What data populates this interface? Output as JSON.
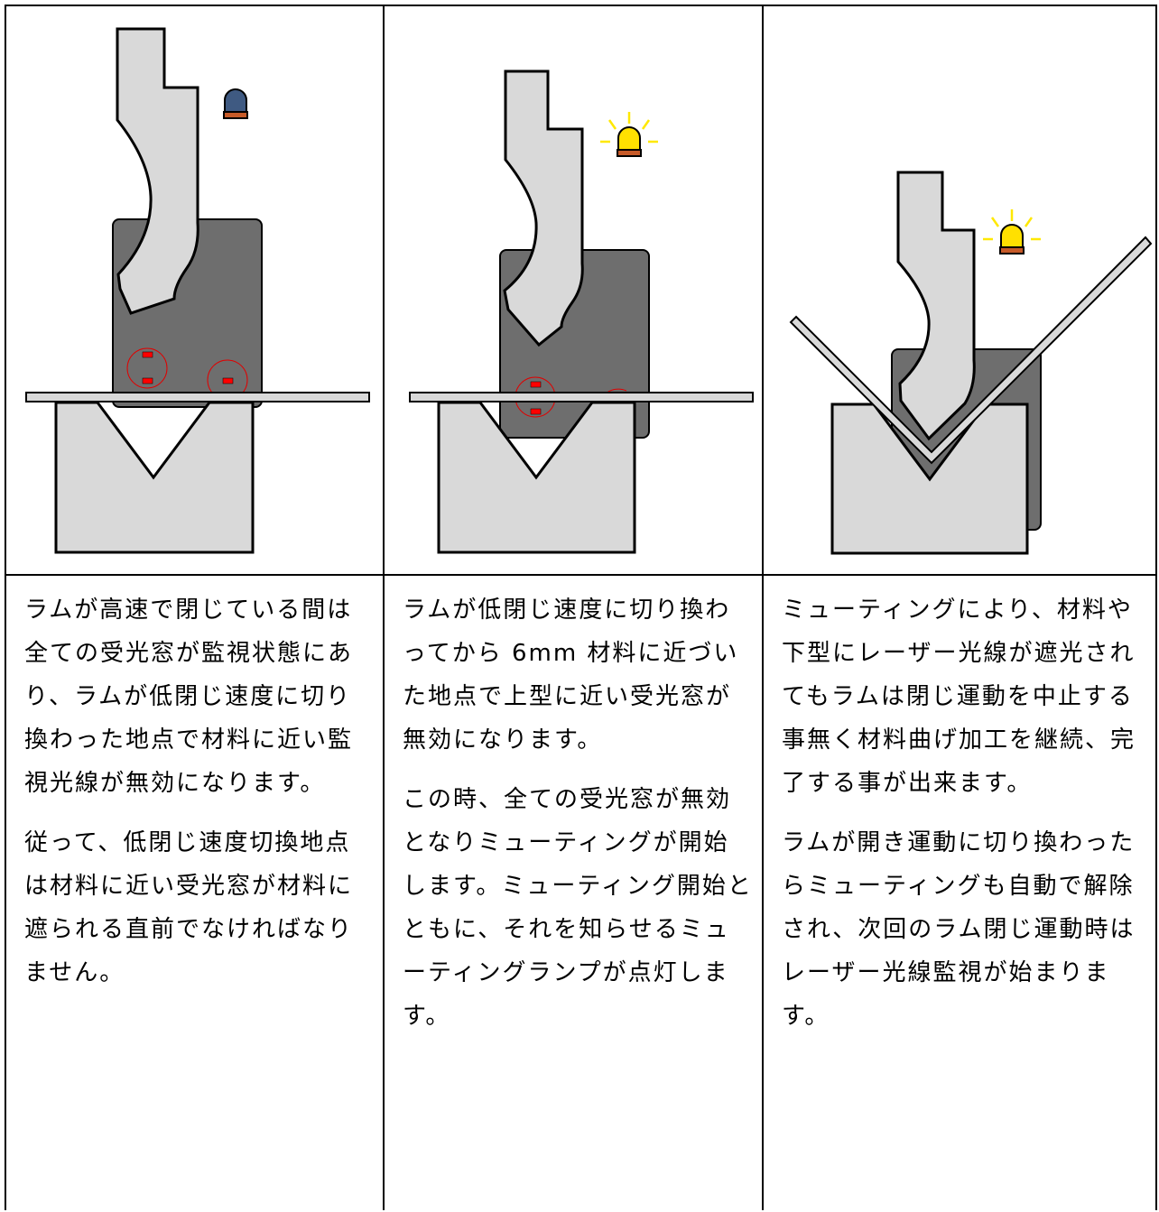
{
  "panels": [
    {
      "lamp": "lamp-off-icon",
      "paragraphs": [
        "ラムが高速で閉じている間は全ての受光窓が監視状態にあり、ラムが低閉じ速度に切り換わった地点で材料に近い監視光線が無効になります。",
        "従って、低閉じ速度切換地点は材料に近い受光窓が材料に遮られる直前でなければなりません。"
      ]
    },
    {
      "lamp": "lamp-on-icon",
      "paragraphs": [
        "ラムが低閉じ速度に切り換わってから 6mm 材料に近づいた地点で上型に近い受光窓が無効になります。",
        "この時、全ての受光窓が無効となりミューティングが開始します。ミューティング開始とともに、それを知らせるミューティングランプが点灯します。"
      ]
    },
    {
      "lamp": "lamp-on-icon",
      "paragraphs": [
        "ミューティングにより、材料や下型にレーザー光線が遮光されてもラムは閉じ運動を中止する事無く材料曲げ加工を継続、完了する事が出来ます。",
        "ラムが開き運動に切り換わったらミューティングも自動で解除され、次回のラム閉じ運動時はレーザー光線監視が始まります。"
      ]
    }
  ],
  "colors": {
    "tool": "#d9d9d9",
    "panel": "#6e6e6e",
    "lamp_off": "#3f5a82",
    "lamp_on": "#ffe000",
    "lamp_base": "#c65a28",
    "window": "#ff0000",
    "ray": "#ffe800"
  }
}
